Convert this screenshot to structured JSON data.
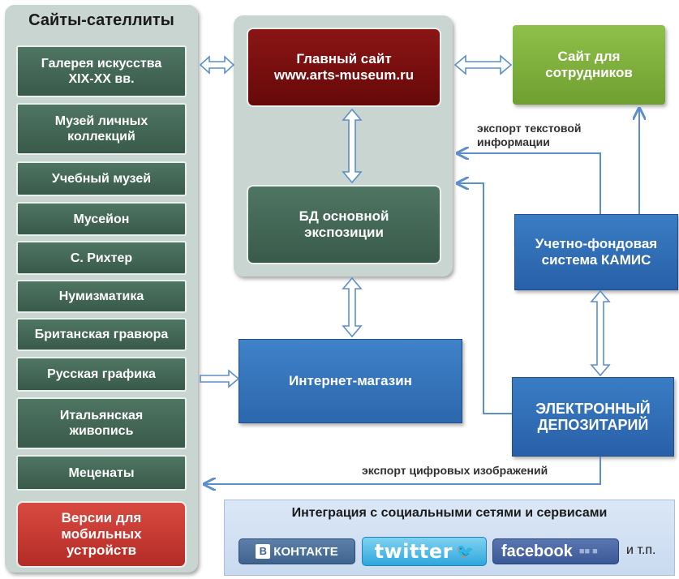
{
  "satellites": {
    "title": "Сайты-сателлиты",
    "items": [
      "Галерея искусства XIX-XX вв.",
      "Музей личных коллекций",
      "Учебный музей",
      "Мусейон",
      "С. Рихтер",
      "Нумизматика",
      "Британская гравюра",
      "Русская графика",
      "Итальянская живопись",
      "Меценаты"
    ],
    "mobile": "Версии для мобильных устройств"
  },
  "main_site": {
    "line1": "Главный сайт",
    "line2": "www.arts-museum.ru"
  },
  "staff_site": {
    "line1": "Сайт для",
    "line2": "сотрудников"
  },
  "db": {
    "line1": "БД основной",
    "line2": "экспозиции"
  },
  "kamis": {
    "line1": "Учетно-фондовая",
    "line2": "система КАМИС"
  },
  "shop": {
    "label": "Интернет-магазин"
  },
  "depository": {
    "line1": "ЭЛЕКТРОННЫЙ",
    "line2": "ДЕПОЗИТАРИЙ"
  },
  "labels": {
    "text_export_1": "экспорт текстовой",
    "text_export_2": "информации",
    "image_export": "экспорт  цифровых изображений"
  },
  "social": {
    "title": "Интеграция с социальными сетями и сервисами",
    "vk_badge": "В",
    "vk": "КОНТАКТЕ",
    "twitter": "twitter",
    "facebook": "facebook",
    "etc": "и т.п."
  },
  "colors": {
    "satellite_green": "#466b59",
    "main_site_red": "#7a0c0c",
    "staff_green": "#7fb03c",
    "blue": "#2d6db6",
    "mobile_red": "#c83a33",
    "arrow_blue": "#5b8ecb"
  }
}
